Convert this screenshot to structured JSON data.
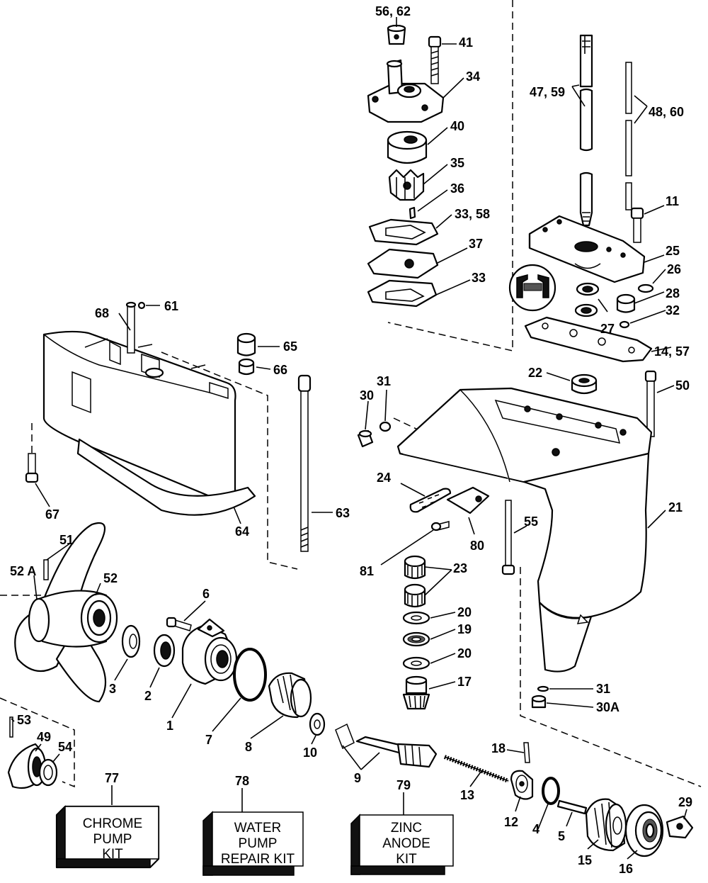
{
  "labels": {
    "l1": "1",
    "l2": "2",
    "l3": "3",
    "l4": "4",
    "l5": "5",
    "l6": "6",
    "l7": "7",
    "l8": "8",
    "l9": "9",
    "l10": "10",
    "l11": "11",
    "l12": "12",
    "l13": "13",
    "l14_57": "14, 57",
    "l15": "15",
    "l16": "16",
    "l17": "17",
    "l18": "18",
    "l19": "19",
    "l20a": "20",
    "l20b": "20",
    "l21": "21",
    "l22": "22",
    "l23": "23",
    "l24": "24",
    "l25": "25",
    "l26": "26",
    "l27": "27",
    "l28": "28",
    "l29": "29",
    "l30": "30",
    "l30a": "30A",
    "l31a": "31",
    "l31b": "31",
    "l32": "32",
    "l33": "33",
    "l33_58": "33, 58",
    "l34": "34",
    "l35": "35",
    "l36": "36",
    "l37": "37",
    "l40": "40",
    "l41": "41",
    "l47_59": "47, 59",
    "l48_60": "48, 60",
    "l49": "49",
    "l50": "50",
    "l51": "51",
    "l52": "52",
    "l52a": "52 A",
    "l53": "53",
    "l54": "54",
    "l55": "55",
    "l56_62": "56, 62",
    "l61": "61",
    "l63": "63",
    "l64": "64",
    "l65": "65",
    "l66": "66",
    "l67": "67",
    "l68": "68",
    "l77": "77",
    "l78": "78",
    "l79": "79",
    "l80": "80",
    "l81": "81"
  },
  "kits": {
    "chrome": {
      "line1": "CHROME",
      "line2": "PUMP",
      "line3": "KIT"
    },
    "water": {
      "line1": "WATER",
      "line2": "PUMP",
      "line3": "REPAIR KIT"
    },
    "zinc": {
      "line1": "ZINC",
      "line2": "ANODE",
      "line3": "KIT"
    }
  }
}
